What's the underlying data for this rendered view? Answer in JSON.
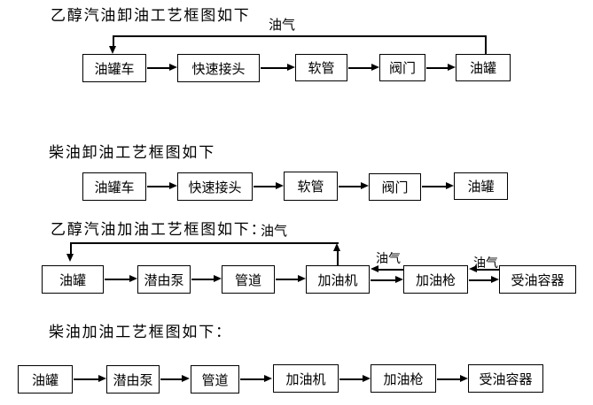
{
  "page": {
    "background_color": "#ffffff",
    "text_color": "#000000",
    "line_color": "#000000"
  },
  "charts": [
    {
      "title": "乙醇汽油卸油工艺框图如下",
      "vapor_label": "油气",
      "nodes": [
        "油罐车",
        "快速接头",
        "软管",
        "阀门",
        "油罐"
      ]
    },
    {
      "title": "柴油卸油工艺框图如下",
      "nodes": [
        "油罐车",
        "快速接头",
        "软管",
        "阀门",
        "油罐"
      ]
    },
    {
      "title": "乙醇汽油加油工艺框图如下：",
      "vapor_label": "油气",
      "vapor_label_dispenser": "油气",
      "vapor_label_nozzle": "油气",
      "nodes": [
        "油罐",
        "潜由泵",
        "管道",
        "加油机",
        "加油枪",
        "受油容器"
      ]
    },
    {
      "title": "柴油加油工艺框图如下：",
      "nodes": [
        "油罐",
        "潜由泵",
        "管道",
        "加油机",
        "加油枪",
        "受油容器"
      ]
    }
  ]
}
